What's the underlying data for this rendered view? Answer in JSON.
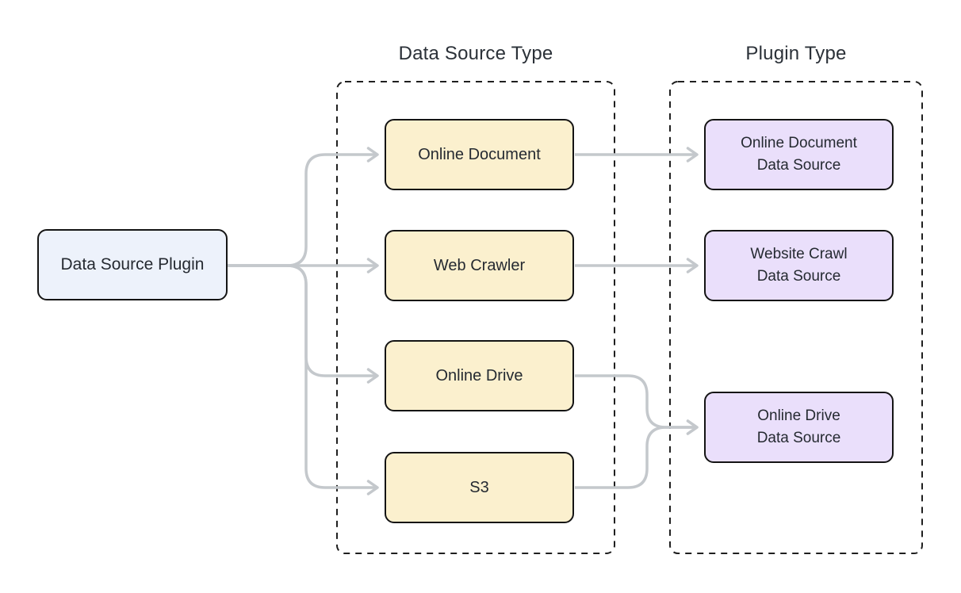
{
  "diagram": {
    "root": {
      "label": "Data Source Plugin"
    },
    "source_group": {
      "title": "Data Source Type",
      "nodes": [
        {
          "id": "online-document",
          "label": "Online Document"
        },
        {
          "id": "web-crawler",
          "label": "Web Crawler"
        },
        {
          "id": "online-drive",
          "label": "Online Drive"
        },
        {
          "id": "s3",
          "label": "S3"
        }
      ]
    },
    "plugin_group": {
      "title": "Plugin Type",
      "nodes": [
        {
          "id": "online-document-data-source",
          "line1": "Online Document",
          "line2": "Data Source"
        },
        {
          "id": "website-crawl-data-source",
          "line1": "Website Crawl",
          "line2": "Data Source"
        },
        {
          "id": "online-drive-data-source",
          "line1": "Online Drive",
          "line2": "Data Source"
        }
      ]
    },
    "edges": [
      {
        "from": "Data Source Plugin",
        "to": "Online Document"
      },
      {
        "from": "Data Source Plugin",
        "to": "Web Crawler"
      },
      {
        "from": "Data Source Plugin",
        "to": "Online Drive"
      },
      {
        "from": "Data Source Plugin",
        "to": "S3"
      },
      {
        "from": "Online Document",
        "to": "Online Document Data Source"
      },
      {
        "from": "Web Crawler",
        "to": "Website Crawl Data Source"
      },
      {
        "from": "Online Drive",
        "to": "Online Drive Data Source"
      },
      {
        "from": "S3",
        "to": "Online Drive Data Source"
      }
    ],
    "colors": {
      "root_fill": "#edf2fb",
      "source_fill": "#fbf0ce",
      "plugin_fill": "#eadffb",
      "node_border": "#141414",
      "container_border": "#1f1f1f",
      "edge": "#c4c8cc",
      "text": "#252a31",
      "title": "#2b3138",
      "canvas_bg": "#ffffff"
    }
  }
}
